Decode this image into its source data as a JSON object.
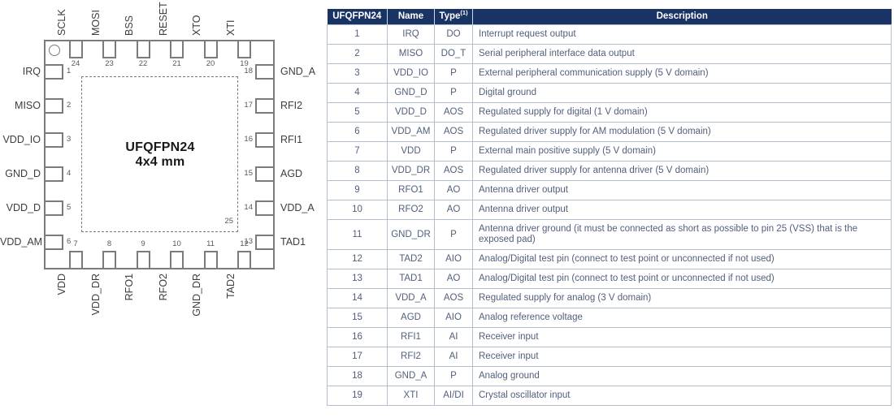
{
  "diagram": {
    "package_title": "UFQFPN24",
    "package_size": "4x4 mm",
    "exposed_pad_number": "25",
    "pins": {
      "top": [
        {
          "num": "24",
          "name": "SCLK"
        },
        {
          "num": "23",
          "name": "MOSI"
        },
        {
          "num": "22",
          "name": "BSS"
        },
        {
          "num": "21",
          "name": "RESET"
        },
        {
          "num": "20",
          "name": "XTO"
        },
        {
          "num": "19",
          "name": "XTI"
        }
      ],
      "bottom": [
        {
          "num": "7",
          "name": "VDD"
        },
        {
          "num": "8",
          "name": "VDD_DR"
        },
        {
          "num": "9",
          "name": "RFO1"
        },
        {
          "num": "10",
          "name": "RFO2"
        },
        {
          "num": "11",
          "name": "GND_DR"
        },
        {
          "num": "12",
          "name": "TAD2"
        }
      ],
      "left": [
        {
          "num": "1",
          "name": "IRQ"
        },
        {
          "num": "2",
          "name": "MISO"
        },
        {
          "num": "3",
          "name": "VDD_IO"
        },
        {
          "num": "4",
          "name": "GND_D"
        },
        {
          "num": "5",
          "name": "VDD_D"
        },
        {
          "num": "6",
          "name": "VDD_AM"
        }
      ],
      "right": [
        {
          "num": "18",
          "name": "GND_A"
        },
        {
          "num": "17",
          "name": "RFI2"
        },
        {
          "num": "16",
          "name": "RFI1"
        },
        {
          "num": "15",
          "name": "AGD"
        },
        {
          "num": "14",
          "name": "VDD_A"
        },
        {
          "num": "13",
          "name": "TAD1"
        }
      ]
    }
  },
  "table": {
    "headers": [
      {
        "label": "UFQFPN24",
        "sup": ""
      },
      {
        "label": "Name",
        "sup": ""
      },
      {
        "label": "Type",
        "sup": "(1)"
      },
      {
        "label": "Description",
        "sup": ""
      }
    ],
    "rows": [
      {
        "pin": "1",
        "name": "IRQ",
        "type": "DO",
        "description": "Interrupt request output"
      },
      {
        "pin": "2",
        "name": "MISO",
        "type": "DO_T",
        "description": "Serial peripheral interface data output"
      },
      {
        "pin": "3",
        "name": "VDD_IO",
        "type": "P",
        "description": "External peripheral communication supply (5 V domain)"
      },
      {
        "pin": "4",
        "name": "GND_D",
        "type": "P",
        "description": "Digital ground"
      },
      {
        "pin": "5",
        "name": "VDD_D",
        "type": "AOS",
        "description": "Regulated supply for digital (1 V domain)"
      },
      {
        "pin": "6",
        "name": "VDD_AM",
        "type": "AOS",
        "description": "Regulated driver supply for AM modulation (5 V domain)"
      },
      {
        "pin": "7",
        "name": "VDD",
        "type": "P",
        "description": "External main positive supply (5 V domain)"
      },
      {
        "pin": "8",
        "name": "VDD_DR",
        "type": "AOS",
        "description": "Regulated driver supply for antenna driver (5 V domain)"
      },
      {
        "pin": "9",
        "name": "RFO1",
        "type": "AO",
        "description": "Antenna driver output"
      },
      {
        "pin": "10",
        "name": "RFO2",
        "type": "AO",
        "description": "Antenna driver output"
      },
      {
        "pin": "11",
        "name": "GND_DR",
        "type": "P",
        "description": "Antenna driver ground (it must be connected as short as possible to pin 25 (VSS) that is the exposed pad)"
      },
      {
        "pin": "12",
        "name": "TAD2",
        "type": "AIO",
        "description": "Analog/Digital test pin (connect to test point or unconnected if not used)"
      },
      {
        "pin": "13",
        "name": "TAD1",
        "type": "AO",
        "description": "Analog/Digital test pin (connect to test point or unconnected if not used)"
      },
      {
        "pin": "14",
        "name": "VDD_A",
        "type": "AOS",
        "description": "Regulated supply for analog (3 V domain)"
      },
      {
        "pin": "15",
        "name": "AGD",
        "type": "AIO",
        "description": "Analog reference voltage"
      },
      {
        "pin": "16",
        "name": "RFI1",
        "type": "AI",
        "description": "Receiver input"
      },
      {
        "pin": "17",
        "name": "RFI2",
        "type": "AI",
        "description": "Receiver input"
      },
      {
        "pin": "18",
        "name": "GND_A",
        "type": "P",
        "description": "Analog ground"
      },
      {
        "pin": "19",
        "name": "XTI",
        "type": "AI/DI",
        "description": "Crystal oscillator input"
      }
    ]
  },
  "colors": {
    "table_header_bg": "#1a3365",
    "table_body_text": "#51607c",
    "table_border": "#b3bfce",
    "diagram_stroke": "#7b7b7b"
  }
}
